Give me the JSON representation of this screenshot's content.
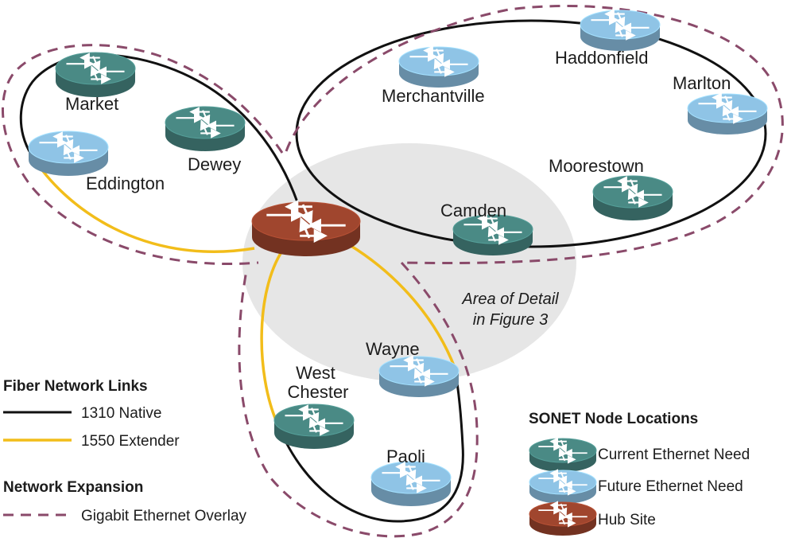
{
  "colors": {
    "native_link": "#111111",
    "extender_link": "#f2bd1a",
    "overlay": "#8a4a6a",
    "detail_area": "#e6e6e6",
    "current_node": "#4a8a85",
    "future_node": "#8fc4e6",
    "hub_node": "#a0462e"
  },
  "nodes": [
    {
      "id": "market",
      "label": "Market",
      "kind": "current"
    },
    {
      "id": "dewey",
      "label": "Dewey",
      "kind": "current"
    },
    {
      "id": "eddington",
      "label": "Eddington",
      "kind": "future"
    },
    {
      "id": "hub",
      "label": "",
      "kind": "hub"
    },
    {
      "id": "merchantville",
      "label": "Merchantville",
      "kind": "future"
    },
    {
      "id": "haddonfield",
      "label": "Haddonfield",
      "kind": "future"
    },
    {
      "id": "marlton",
      "label": "Marlton",
      "kind": "future"
    },
    {
      "id": "moorestown",
      "label": "Moorestown",
      "kind": "current"
    },
    {
      "id": "camden",
      "label": "Camden",
      "kind": "current"
    },
    {
      "id": "wayne",
      "label": "Wayne",
      "kind": "future"
    },
    {
      "id": "west_chester",
      "label": "West\nChester",
      "kind": "current"
    },
    {
      "id": "paoli",
      "label": "Paoli",
      "kind": "future"
    }
  ],
  "annotation": {
    "line1": "Area of Detail",
    "line2": "in Figure 3"
  },
  "legend_links": {
    "title": "Fiber Network Links",
    "native": "1310 Native",
    "extender": "1550 Extender"
  },
  "legend_expansion": {
    "title": "Network Expansion",
    "overlay": "Gigabit Ethernet Overlay"
  },
  "legend_nodes": {
    "title": "SONET Node Locations",
    "current": "Current Ethernet Need",
    "future": "Future Ethernet Need",
    "hub": "Hub Site"
  }
}
